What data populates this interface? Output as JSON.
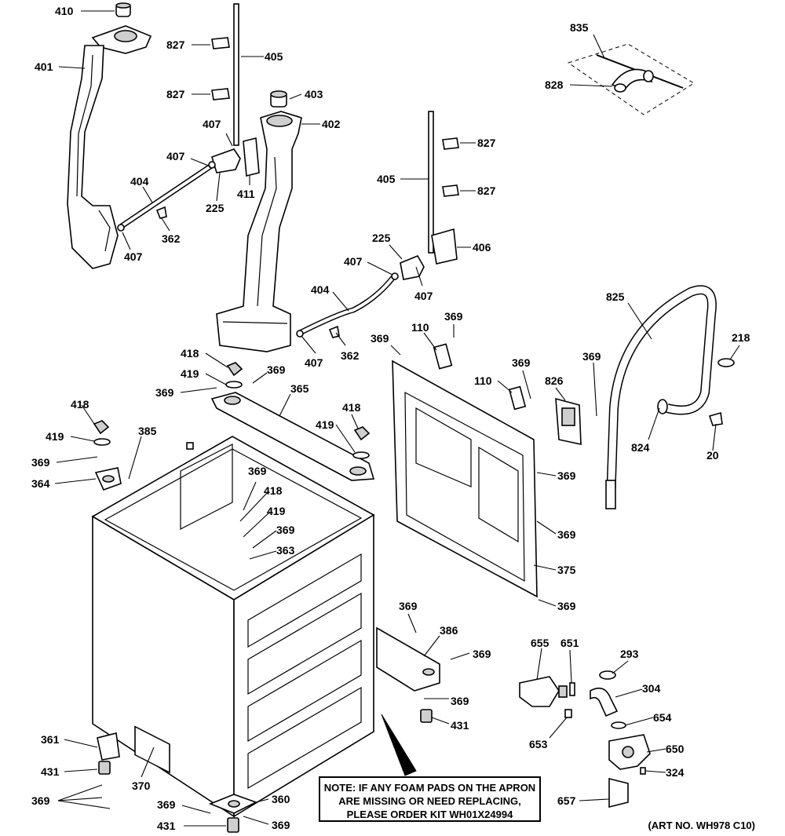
{
  "note": {
    "line1": "NOTE: IF ANY FOAM PADS ON THE APRON",
    "line2": "ARE MISSING OR NEED REPLACING,",
    "line3": "PLEASE ORDER KIT WH01X24994"
  },
  "art_number": "(ART NO. WH978 C10)",
  "callouts": [
    {
      "id": "c410",
      "text": "410"
    },
    {
      "id": "c401",
      "text": "401"
    },
    {
      "id": "c827a",
      "text": "827"
    },
    {
      "id": "c405a",
      "text": "405"
    },
    {
      "id": "c827b",
      "text": "827"
    },
    {
      "id": "c403",
      "text": "403"
    },
    {
      "id": "c407a",
      "text": "407"
    },
    {
      "id": "c402",
      "text": "402"
    },
    {
      "id": "c407b",
      "text": "407"
    },
    {
      "id": "c404a",
      "text": "404"
    },
    {
      "id": "c225a",
      "text": "225"
    },
    {
      "id": "c411",
      "text": "411"
    },
    {
      "id": "c362a",
      "text": "362"
    },
    {
      "id": "c407c",
      "text": "407"
    },
    {
      "id": "c835",
      "text": "835"
    },
    {
      "id": "c828",
      "text": "828"
    },
    {
      "id": "c827c",
      "text": "827"
    },
    {
      "id": "c405b",
      "text": "405"
    },
    {
      "id": "c827d",
      "text": "827"
    },
    {
      "id": "c225b",
      "text": "225"
    },
    {
      "id": "c406",
      "text": "406"
    },
    {
      "id": "c407d",
      "text": "407"
    },
    {
      "id": "c407e",
      "text": "407"
    },
    {
      "id": "c404b",
      "text": "404"
    },
    {
      "id": "c825",
      "text": "825"
    },
    {
      "id": "c369a",
      "text": "369"
    },
    {
      "id": "c110a",
      "text": "110"
    },
    {
      "id": "c369b",
      "text": "369"
    },
    {
      "id": "c407f",
      "text": "407"
    },
    {
      "id": "c362b",
      "text": "362"
    },
    {
      "id": "c218",
      "text": "218"
    },
    {
      "id": "c418a",
      "text": "418"
    },
    {
      "id": "c419a",
      "text": "419"
    },
    {
      "id": "c369c",
      "text": "369"
    },
    {
      "id": "c369d",
      "text": "369"
    },
    {
      "id": "c365",
      "text": "365"
    },
    {
      "id": "c369e",
      "text": "369"
    },
    {
      "id": "c110b",
      "text": "110"
    },
    {
      "id": "c826",
      "text": "826"
    },
    {
      "id": "c369f",
      "text": "369"
    },
    {
      "id": "c418b",
      "text": "418"
    },
    {
      "id": "c418c",
      "text": "418"
    },
    {
      "id": "c419b",
      "text": "419"
    },
    {
      "id": "c385",
      "text": "385"
    },
    {
      "id": "c419c",
      "text": "419"
    },
    {
      "id": "c369g",
      "text": "369"
    },
    {
      "id": "c364",
      "text": "364"
    },
    {
      "id": "c824",
      "text": "824"
    },
    {
      "id": "c20",
      "text": "20"
    },
    {
      "id": "c369h",
      "text": "369"
    },
    {
      "id": "c418d",
      "text": "418"
    },
    {
      "id": "c419d",
      "text": "419"
    },
    {
      "id": "c369i",
      "text": "369"
    },
    {
      "id": "c363",
      "text": "363"
    },
    {
      "id": "c369j",
      "text": "369"
    },
    {
      "id": "c369k",
      "text": "369"
    },
    {
      "id": "c375",
      "text": "375"
    },
    {
      "id": "c369l",
      "text": "369"
    },
    {
      "id": "c369m",
      "text": "369"
    },
    {
      "id": "c386",
      "text": "386"
    },
    {
      "id": "c369n",
      "text": "369"
    },
    {
      "id": "c655",
      "text": "655"
    },
    {
      "id": "c651",
      "text": "651"
    },
    {
      "id": "c293",
      "text": "293"
    },
    {
      "id": "c304",
      "text": "304"
    },
    {
      "id": "c369o",
      "text": "369"
    },
    {
      "id": "c431a",
      "text": "431"
    },
    {
      "id": "c654",
      "text": "654"
    },
    {
      "id": "c653",
      "text": "653"
    },
    {
      "id": "c650",
      "text": "650"
    },
    {
      "id": "c361",
      "text": "361"
    },
    {
      "id": "c431b",
      "text": "431"
    },
    {
      "id": "c324",
      "text": "324"
    },
    {
      "id": "c370",
      "text": "370"
    },
    {
      "id": "c369p",
      "text": "369"
    },
    {
      "id": "c657",
      "text": "657"
    },
    {
      "id": "c369q",
      "text": "369"
    },
    {
      "id": "c360",
      "text": "360"
    },
    {
      "id": "c431c",
      "text": "431"
    },
    {
      "id": "c369r",
      "text": "369"
    }
  ]
}
